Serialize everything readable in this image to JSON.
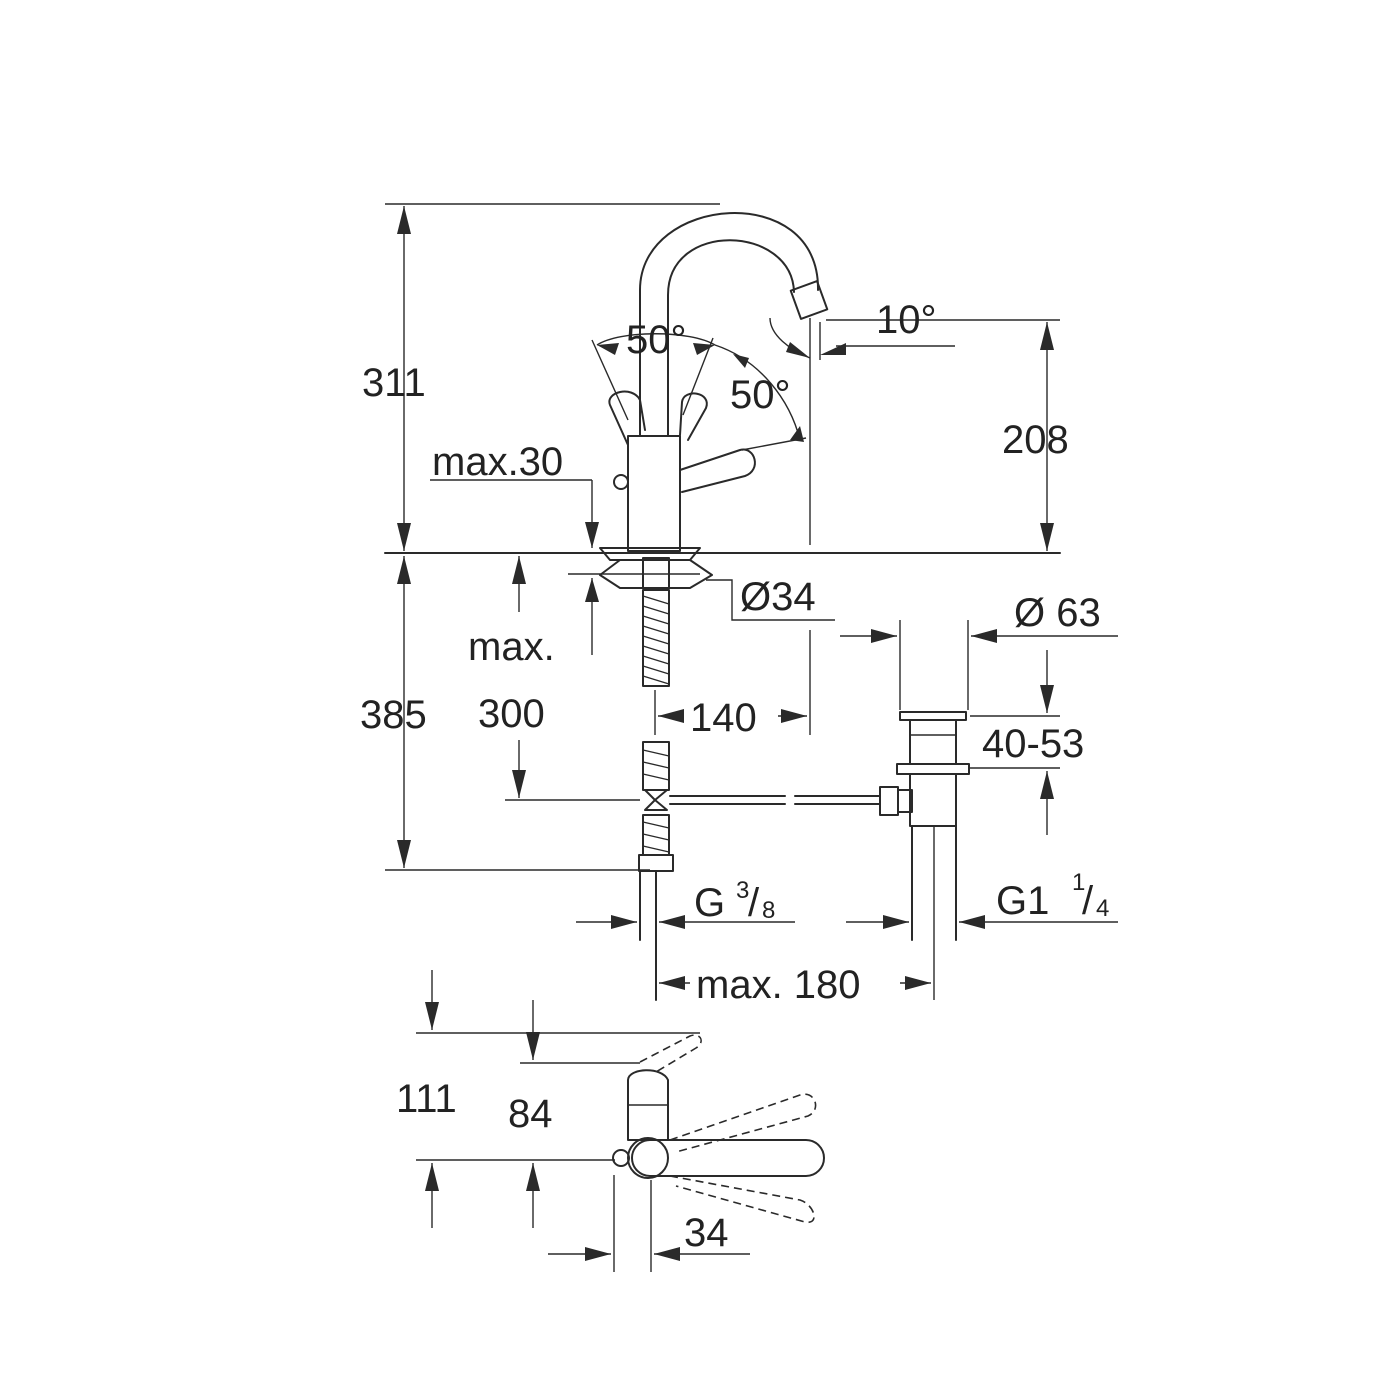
{
  "dimensions": {
    "total_height_above_deck": "311",
    "spout_height": "208",
    "lever_angle_left": "50°",
    "lever_angle_right": "50°",
    "spout_tilt": "10°",
    "deck_thickness": "max.30",
    "base_diameter": "Ø34",
    "waste_diameter": "Ø 63",
    "below_deck_height": "385",
    "rod_depth_label_1": "max.",
    "rod_depth_label_2": "300",
    "spout_reach": "140",
    "waste_adjust": "40-53",
    "supply_thread_main": "G",
    "supply_thread_num": "3",
    "supply_thread_den": "8",
    "waste_thread_main": "G1",
    "waste_thread_num": "1",
    "waste_thread_den": "4",
    "max_offset": "max. 180",
    "plan_total": "111",
    "plan_depth": "84",
    "plan_lever": "34"
  }
}
